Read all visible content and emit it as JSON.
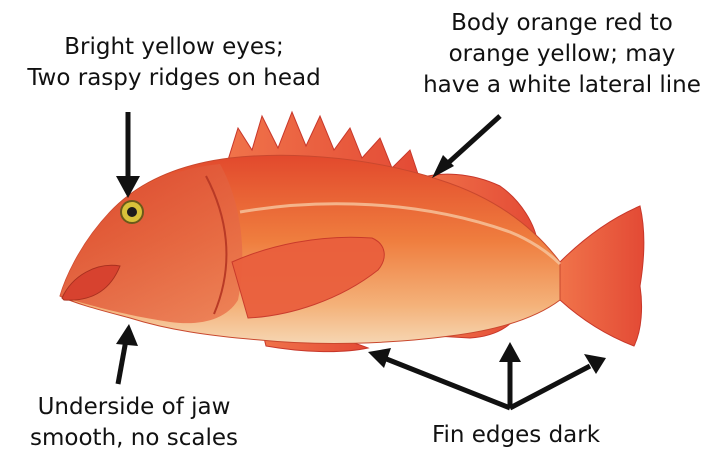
{
  "annotations": {
    "eyes": {
      "lines": [
        "Bright yellow eyes;",
        "Two raspy ridges on head"
      ]
    },
    "body": {
      "lines": [
        "Body orange red to",
        "orange yellow; may",
        "have a white lateral line"
      ]
    },
    "jaw": {
      "lines": [
        "Underside of jaw",
        "smooth, no scales"
      ]
    },
    "fins": {
      "lines": [
        "Fin edges dark"
      ]
    }
  },
  "colors": {
    "text": "#111111",
    "arrow": "#111111",
    "fish_body": "#ee7a3c",
    "fish_belly": "#f3cfa3",
    "fin": "#e8523a",
    "eye": "#d8c23a"
  }
}
